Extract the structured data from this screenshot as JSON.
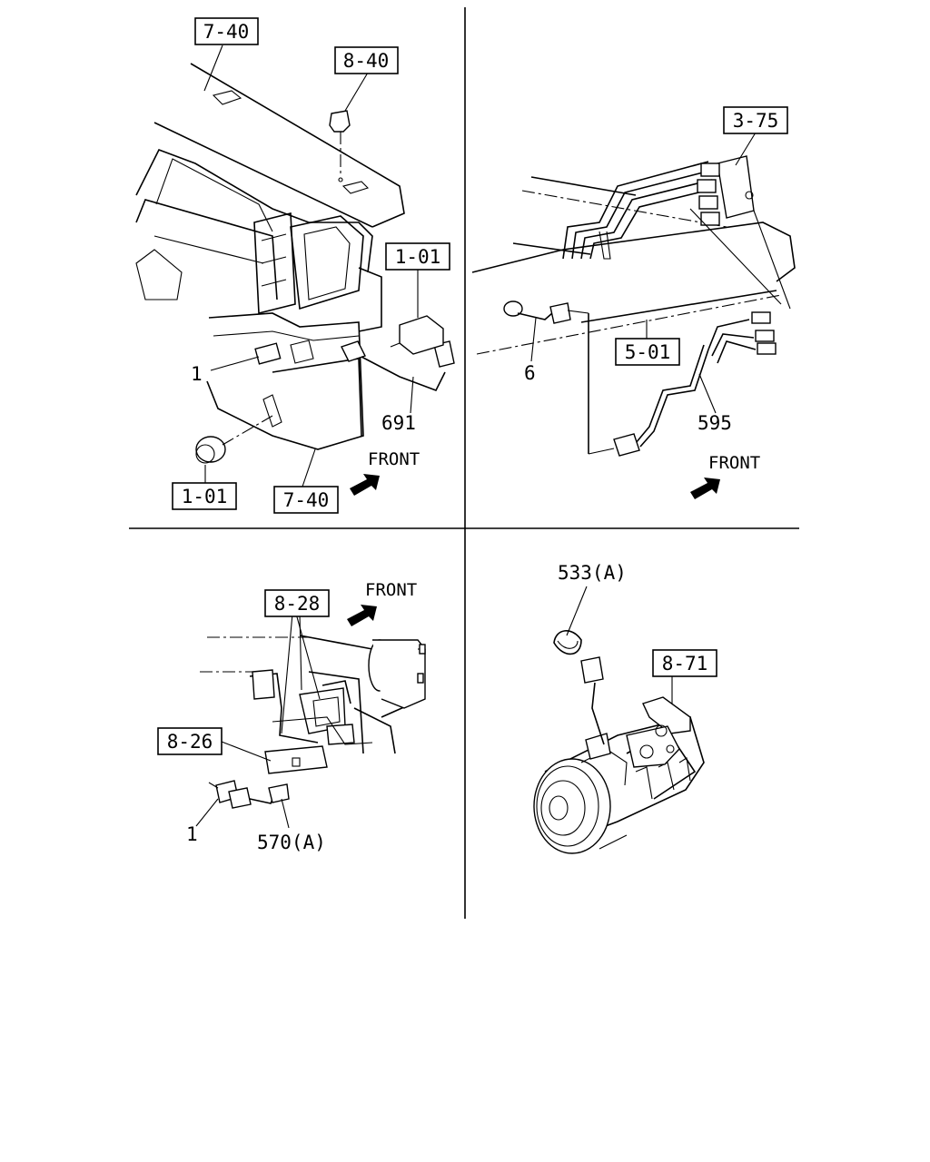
{
  "quadrants": {
    "top_left": {
      "refs": [
        "7-40",
        "8-40",
        "1-01",
        "1-01",
        "7-40"
      ],
      "parts": [
        "1",
        "691"
      ],
      "direction": "FRONT"
    },
    "top_right": {
      "refs": [
        "3-75",
        "5-01"
      ],
      "parts": [
        "6",
        "595"
      ],
      "direction": "FRONT"
    },
    "bottom_left": {
      "refs": [
        "8-28",
        "8-26"
      ],
      "parts": [
        "1",
        "570(A)"
      ],
      "direction": "FRONT"
    },
    "bottom_right": {
      "refs": [
        "8-71"
      ],
      "parts": [
        "533(A)"
      ]
    }
  }
}
